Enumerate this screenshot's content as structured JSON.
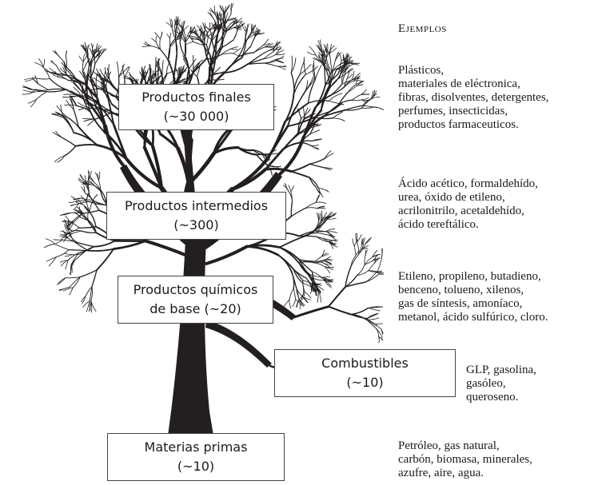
{
  "heading": {
    "first": "E",
    "rest": "JEMPLOS"
  },
  "levels": [
    {
      "id": "finales",
      "title": "Productos finales",
      "count": "(~30 000)",
      "examples": [
        "Plásticos,",
        "materiales de eléctronica,",
        "fibras, disolventes, detergentes,",
        "perfumes, insecticidas,",
        "productos farmaceuticos."
      ]
    },
    {
      "id": "intermedios",
      "title": "Productos intermedios",
      "count": "(~300)",
      "examples": [
        "Ácido acético, formaldehído,",
        "urea, óxido de etileno,",
        "acrilonitrilo, acetaldehído,",
        "ácido tereftálico."
      ]
    },
    {
      "id": "base",
      "title": "Productos químicos",
      "title2": "de base (~20)",
      "examples": [
        "Etileno, propileno, butadieno,",
        "benceno, tolueno, xilenos,",
        "gas de síntesis, amoníaco,",
        "metanol, ácido sulfúrico, cloro."
      ]
    },
    {
      "id": "combustibles",
      "title": "Combustibles",
      "count": "(~10)",
      "examples": [
        "GLP, gasolina,",
        "gasóleo,",
        "queroseno."
      ]
    },
    {
      "id": "materias",
      "title": "Materias primas",
      "count": "(~10)",
      "examples": [
        "Petróleo, gas natural,",
        "carbón, biomasa, minerales,",
        "azufre, aire, agua."
      ]
    }
  ]
}
